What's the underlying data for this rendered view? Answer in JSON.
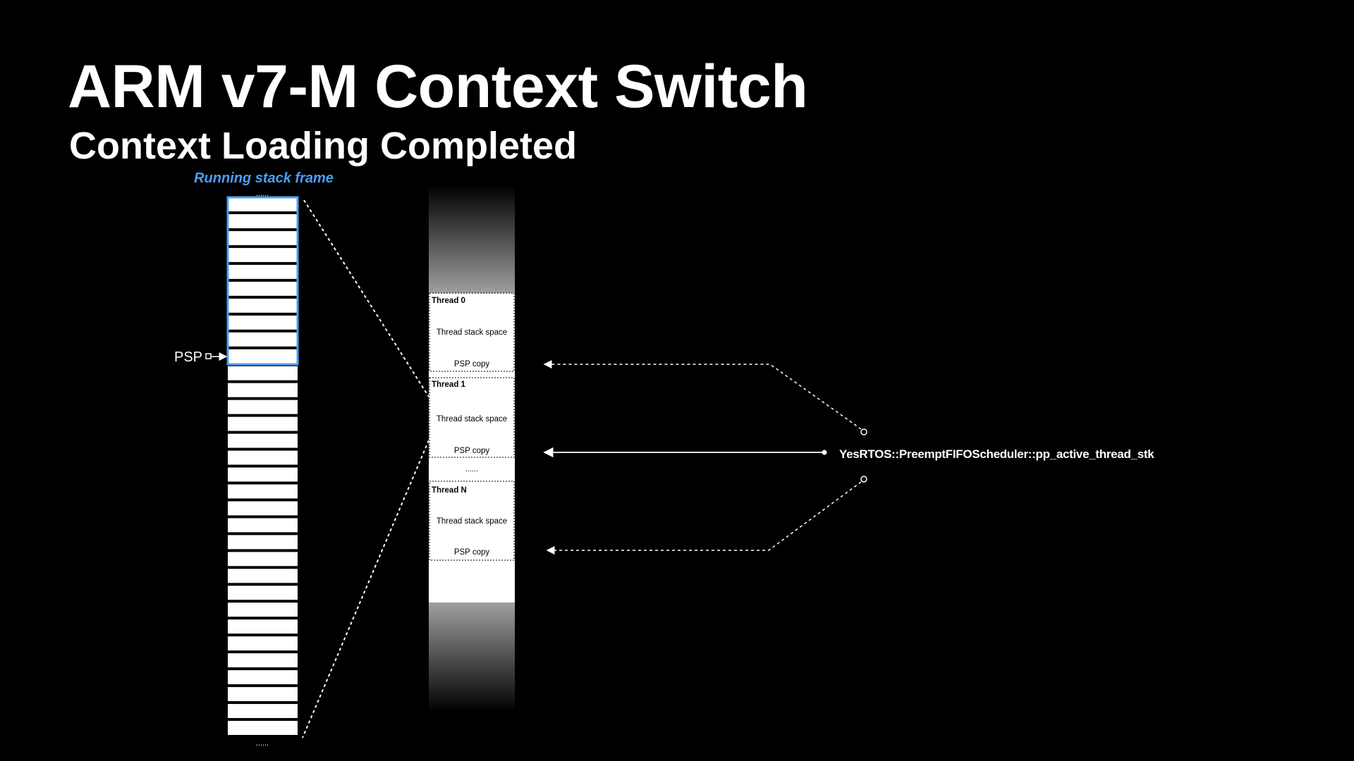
{
  "title": "ARM v7-M Context Switch",
  "subtitle": "Context Loading Completed",
  "stack": {
    "label": "Running stack frame",
    "ellipsis_top": "......",
    "ellipsis_bottom": "......",
    "pointer_label": "PSP",
    "row_count": 32,
    "frame_rows": 10,
    "frame_color": "#4a9ff5"
  },
  "threads": [
    {
      "name": "Thread 0",
      "space": "Thread stack space",
      "psp": "PSP copy"
    },
    {
      "name": "Thread 1",
      "space": "Thread stack space",
      "psp": "PSP copy"
    },
    {
      "name": "Thread N",
      "space": "Thread stack space",
      "psp": "PSP copy"
    }
  ],
  "thread_ellipsis": "......",
  "scheduler_pointer": "YesRTOS::PreemptFIFOScheduler::pp_active_thread_stk",
  "active_thread_index": 1
}
